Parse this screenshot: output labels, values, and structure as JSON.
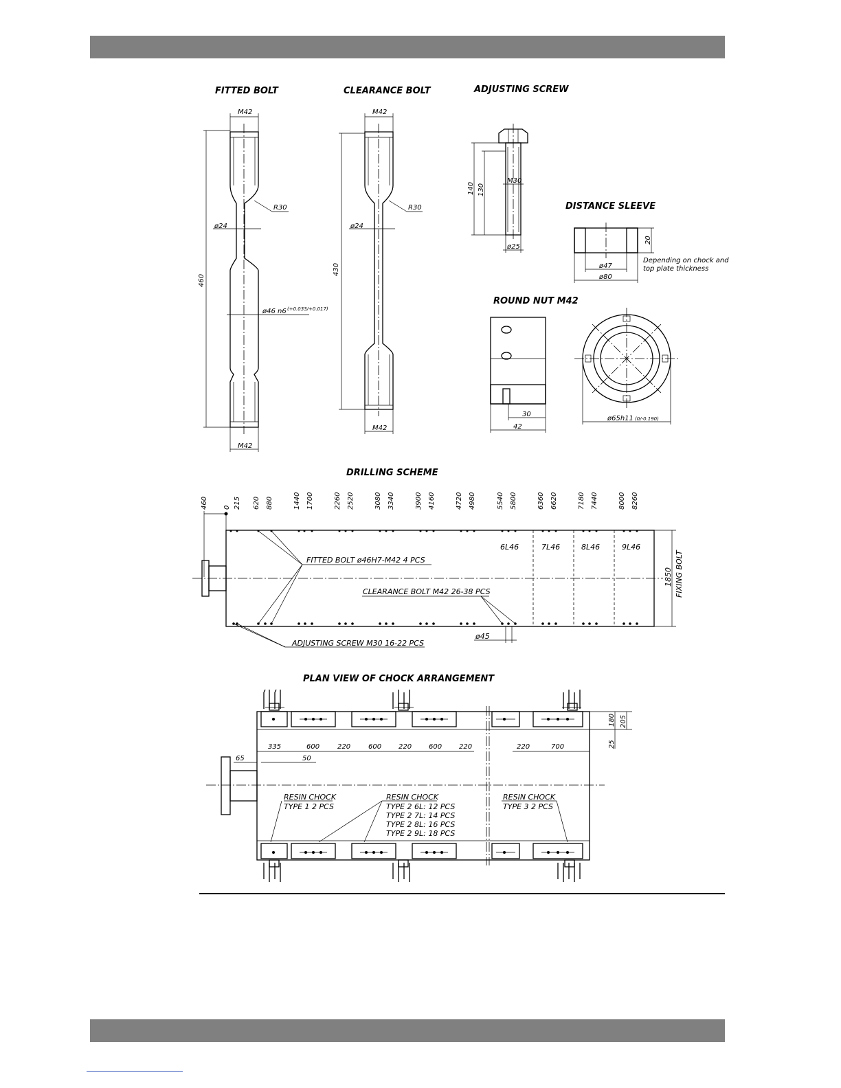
{
  "sections": {
    "fitted_bolt": {
      "title": "FITTED BOLT",
      "dims": {
        "thread_top": "M42",
        "radius": "R30",
        "shank": "ø24",
        "length": "460",
        "fit": "ø46 n6",
        "tol": "(+0.033/+0.017)",
        "thread_bottom": "M42"
      }
    },
    "clearance_bolt": {
      "title": "CLEARANCE BOLT",
      "dims": {
        "thread_top": "M42",
        "radius": "R30",
        "shank": "ø24",
        "length": "430",
        "thread_bottom": "M42"
      }
    },
    "adjusting_screw": {
      "title": "ADJUSTING SCREW",
      "dims": {
        "l1": "140",
        "l2": "130",
        "thread": "M30",
        "dia": "ø25"
      }
    },
    "distance_sleeve": {
      "title": "DISTANCE SLEEVE",
      "dims": {
        "h": "20",
        "inner": "ø47",
        "outer": "ø80"
      },
      "note_line1": "Depending on chock and",
      "note_line2": "top plate thickness"
    },
    "round_nut": {
      "title": "ROUND NUT M42",
      "dims": {
        "d30": "30",
        "d42": "42",
        "dia": "ø65h11",
        "tol": "(0/-0.190)"
      }
    },
    "drilling_scheme": {
      "title": "DRILLING SCHEME",
      "positions": [
        "460",
        "0",
        "215",
        "620",
        "880",
        "1440",
        "1700",
        "2260",
        "2520",
        "3080",
        "3340",
        "3900",
        "4160",
        "4720",
        "4980",
        "5540",
        "5800",
        "6360",
        "6620",
        "7180",
        "7440",
        "8000",
        "8260"
      ],
      "engine_labels": [
        "6L46",
        "7L46",
        "8L46",
        "9L46"
      ],
      "fitted_bolt_note": "FITTED BOLT ø46H7-M42 4 PCS",
      "clearance_bolt_note": "CLEARANCE BOLT M42 26-38 PCS",
      "adjusting_screw_note": "ADJUSTING SCREW M30 16-22 PCS",
      "hole_dia": "ø45",
      "width": "1850",
      "side_label": "FIXING BOLT"
    },
    "plan_view": {
      "title": "PLAN VIEW OF CHOCK ARRANGEMENT",
      "dims": {
        "d65": "65",
        "d335": "335",
        "d50": "50",
        "d600a": "600",
        "d220a": "220",
        "d600b": "600",
        "d220b": "220",
        "d600c": "600",
        "d220c": "220",
        "d220d": "220",
        "d700": "700",
        "d180": "180",
        "d205": "205",
        "d25": "25"
      },
      "resin1": {
        "title": "RESIN CHOCK",
        "line1": "TYPE 1  2 PCS"
      },
      "resin2": {
        "title": "RESIN CHOCK",
        "lines": [
          "TYPE 2  6L: 12 PCS",
          "TYPE 2  7L: 14 PCS",
          "TYPE 2  8L: 16 PCS",
          "TYPE 2  9L: 18 PCS"
        ]
      },
      "resin3": {
        "title": "RESIN CHOCK",
        "line1": "TYPE 3  2 PCS"
      }
    }
  }
}
